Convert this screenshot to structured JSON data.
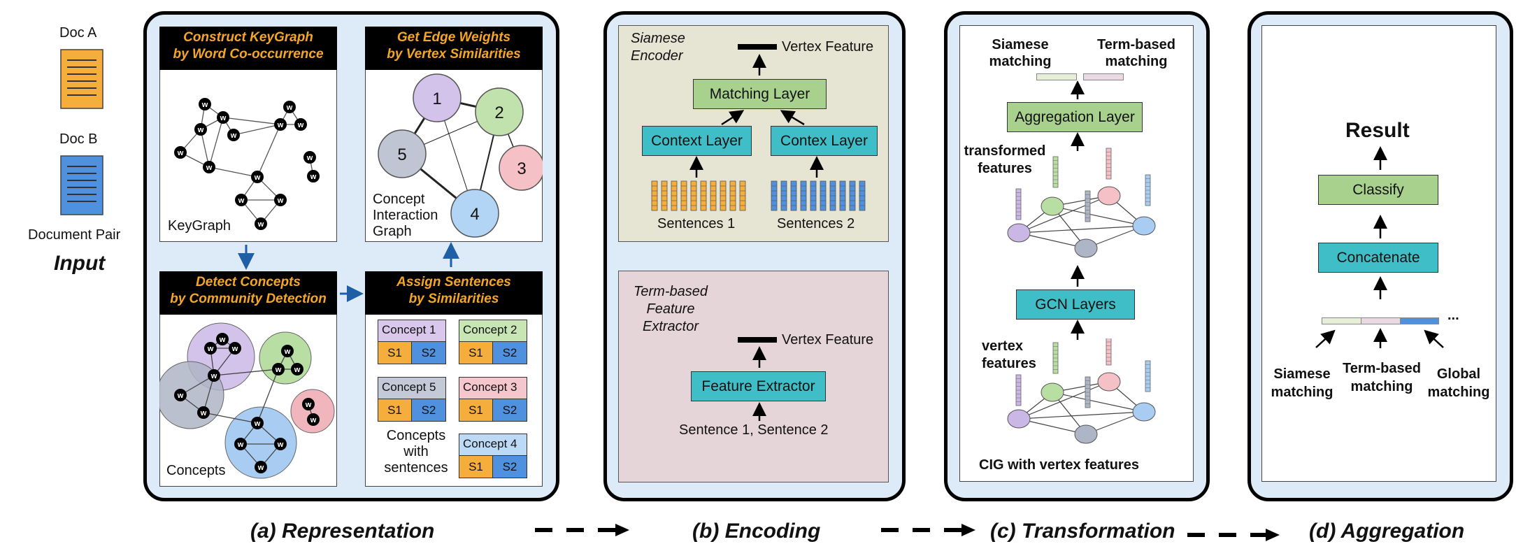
{
  "input": {
    "doc_a": "Doc A",
    "doc_b": "Doc B",
    "pair": "Document Pair",
    "title": "Input"
  },
  "representation": {
    "keygraph_header_1": "Construct KeyGraph",
    "keygraph_header_2": "by Word Co-occurrence",
    "keygraph_label": "KeyGraph",
    "edge_header_1": "Get Edge Weights",
    "edge_header_2": "by Vertex Similarities",
    "cig_label_1": "Concept",
    "cig_label_2": "Interaction",
    "cig_label_3": "Graph",
    "detect_header_1": "Detect Concepts",
    "detect_header_2": "by Community Detection",
    "concepts_label": "Concepts",
    "assign_header_1": "Assign Sentences",
    "assign_header_2": "by Similarities",
    "with_sentences_1": "Concepts",
    "with_sentences_2": "with",
    "with_sentences_3": "sentences",
    "node_letter": "w",
    "node_numbers": [
      "1",
      "2",
      "3",
      "4",
      "5"
    ],
    "concept_cards": [
      {
        "title": "Concept 1",
        "color": "#d9c8ec",
        "s1": "S1",
        "s2": "S2"
      },
      {
        "title": "Concept 2",
        "color": "#c8e6b4",
        "s1": "S1",
        "s2": "S2"
      },
      {
        "title": "Concept 5",
        "color": "#c3c9d6",
        "s1": "S1",
        "s2": "S2"
      },
      {
        "title": "Concept 3",
        "color": "#f5c6cb",
        "s1": "S1",
        "s2": "S2"
      },
      {
        "title": "Concept 4",
        "color": "#bcd9f5",
        "s1": "S1",
        "s2": "S2"
      }
    ]
  },
  "encoding": {
    "siamese_1": "Siamese",
    "siamese_2": "Encoder",
    "vertex_feature": "Vertex Feature",
    "matching_layer": "Matching Layer",
    "context_layer": "Context Layer",
    "contex_layer": "Contex Layer",
    "sentences_1": "Sentences 1",
    "sentences_2": "Sentences 2",
    "term_1": "Term-based",
    "term_2": "Feature",
    "term_3": "Extractor",
    "vertex_feature_2": "Vertex Feature",
    "feature_extractor": "Feature Extractor",
    "sentence_pair": "Sentence 1, Sentence 2"
  },
  "transformation": {
    "siamese_matching_1": "Siamese",
    "siamese_matching_2": "matching",
    "term_matching_1": "Term-based",
    "term_matching_2": "matching",
    "aggregation_layer": "Aggregation Layer",
    "transformed_1": "transformed",
    "transformed_2": "features",
    "gcn_layers": "GCN Layers",
    "vertex_1": "vertex",
    "vertex_2": "features",
    "cig_caption": "CIG with vertex features"
  },
  "aggregation": {
    "result": "Result",
    "classify": "Classify",
    "concatenate": "Concatenate",
    "ellipsis": "...",
    "siamese_1": "Siamese",
    "siamese_2": "matching",
    "term_1": "Term-based",
    "term_2": "matching",
    "global_1": "Global",
    "global_2": "matching"
  },
  "captions": {
    "a": "(a) Representation",
    "b": "(b) Encoding",
    "c": "(c) Transformation",
    "d": "(d) Aggregation"
  },
  "colors": {
    "panel_bg": "#dcebf7",
    "header_text": "#f5a623",
    "arrow_blue": "#1f5fa6",
    "block_green": "#a9d18e",
    "block_teal": "#3fbec7",
    "doc_a": "#f5ad3c",
    "doc_b": "#4f91df",
    "concept_purple": "#cbb7e6",
    "concept_green": "#b9dea3",
    "concept_pink": "#f1b6bd",
    "concept_blue": "#a9cdf2",
    "concept_gray": "#aeb5c6"
  }
}
